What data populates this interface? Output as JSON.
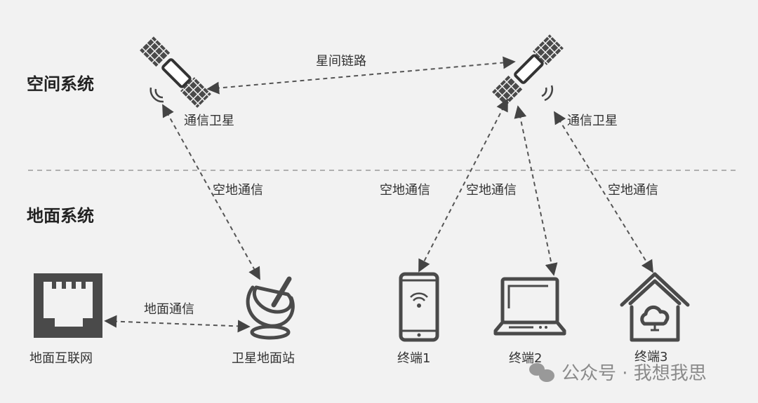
{
  "sections": {
    "space": "空间系统",
    "ground": "地面系统"
  },
  "links": {
    "inter_satellite": "星间链路",
    "space_ground_1": "空地通信",
    "space_ground_2": "空地通信",
    "space_ground_3": "空地通信",
    "space_ground_4": "空地通信",
    "ground_comm": "地面通信"
  },
  "nodes": {
    "satellite_1": "通信卫星",
    "satellite_2": "通信卫星",
    "internet": "地面互联网",
    "ground_station": "卫星地面站",
    "terminal_1": "终端1",
    "terminal_2": "终端2",
    "terminal_3": "终端3"
  },
  "watermark": "公众号 · 我想我思",
  "colors": {
    "background": "#f2f2f2",
    "icon": "#4a4a4a"
  }
}
